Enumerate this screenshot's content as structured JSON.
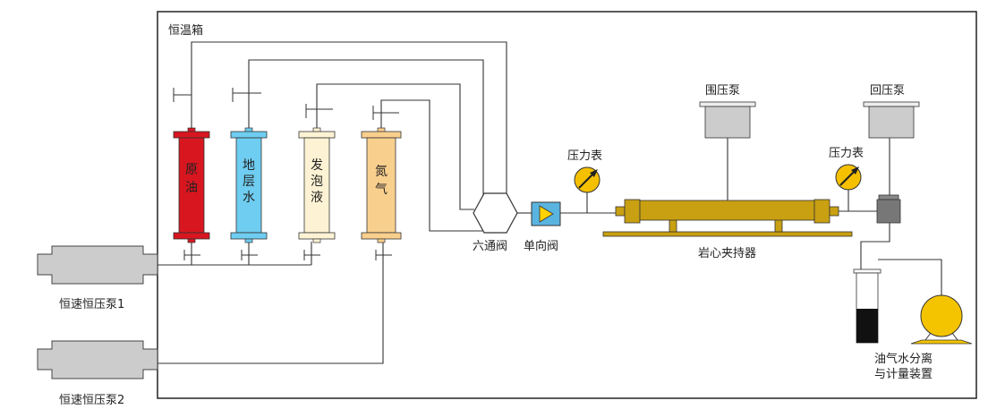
{
  "labels": {
    "oven": "恒温箱",
    "pump1": "恒速恒压泵1",
    "pump2": "恒速恒压泵2",
    "six_way_valve": "六通阀",
    "check_valve": "单向阀",
    "gauge_left": "压力表",
    "gauge_right": "压力表",
    "confining_pump": "围压泵",
    "back_pressure_pump": "回压泵",
    "core_holder": "岩心夹持器",
    "separator_line1": "油气水分离",
    "separator_line2": "与计量装置"
  },
  "containers": [
    {
      "chars": [
        "原",
        "油"
      ],
      "color": "#d7161f"
    },
    {
      "chars": [
        "地",
        "层",
        "水"
      ],
      "color": "#6ecdf0"
    },
    {
      "chars": [
        "发",
        "泡",
        "液"
      ],
      "color": "#fdf3d4"
    },
    {
      "chars": [
        "氮",
        "气"
      ],
      "color": "#f9cf8d"
    }
  ],
  "colors": {
    "core_holder": "#c9a012",
    "check_valve": "#5ab4e0",
    "gauge": "#f5c000",
    "separator_pump": "#f5c400",
    "pump_body": "#cccccc",
    "oil_liquid": "#111111"
  }
}
